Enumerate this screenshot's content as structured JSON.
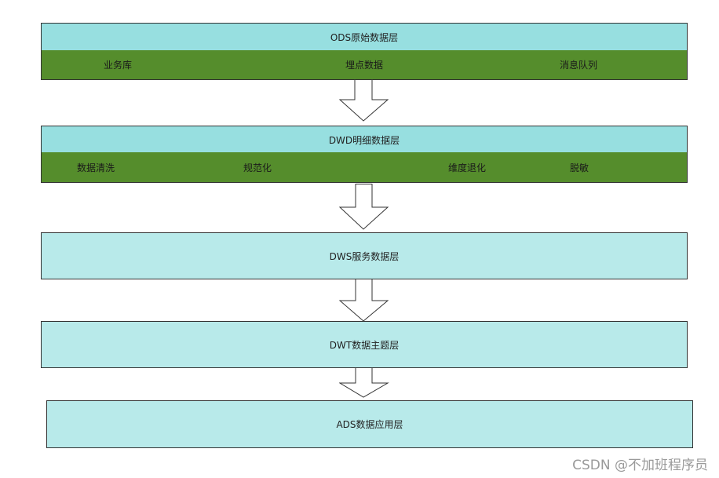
{
  "layers": [
    {
      "title": "ODS原始数据层",
      "items": [
        "业务库",
        "埋点数据",
        "消息队列"
      ]
    },
    {
      "title": "DWD明细数据层",
      "items": [
        "数据清洗",
        "规范化",
        "维度退化",
        "脱敏"
      ]
    },
    {
      "title": "DWS服务数据层"
    },
    {
      "title": "DWT数据主题层"
    },
    {
      "title": "ADS数据应用层"
    }
  ],
  "watermark": "CSDN @不加班程序员",
  "colors": {
    "header_fill": "#97dfe0",
    "subbar_fill": "#558d2c",
    "layer_fill": "#b8eaea",
    "border": "#333333"
  }
}
